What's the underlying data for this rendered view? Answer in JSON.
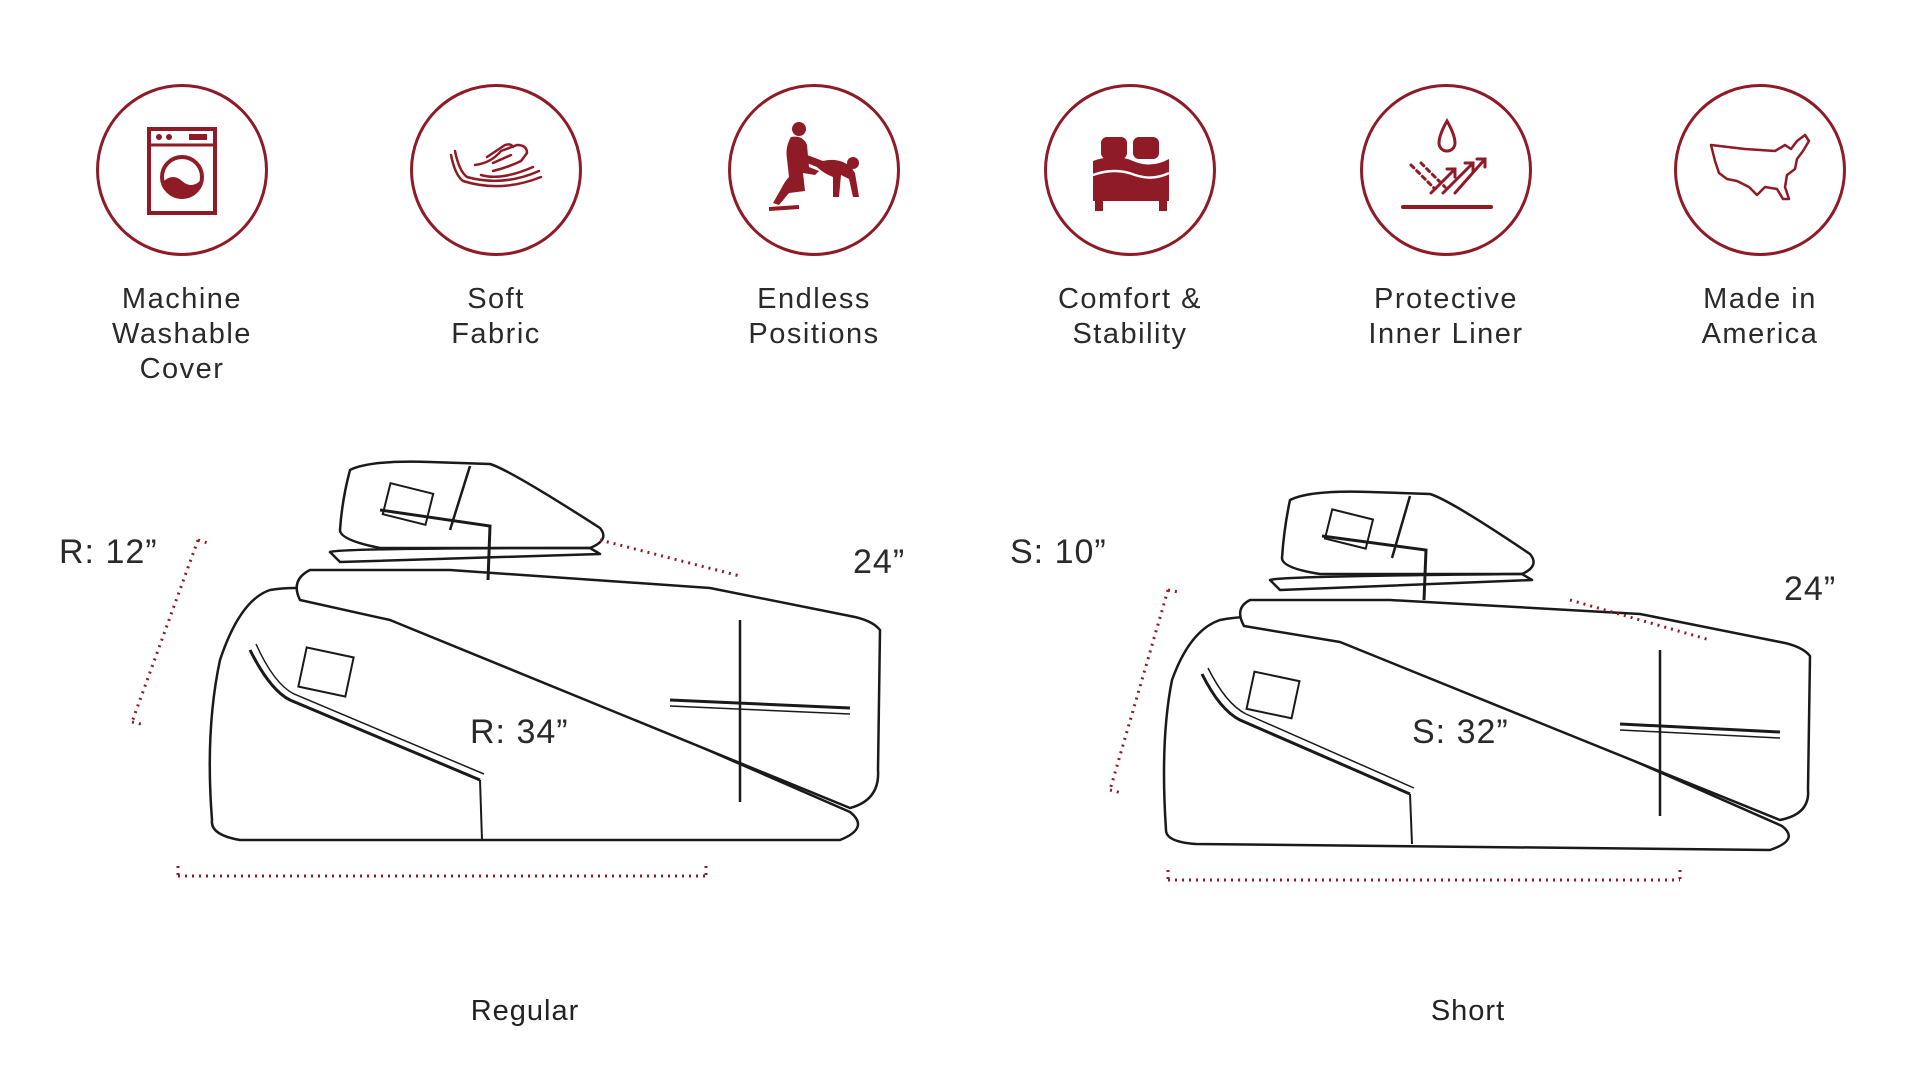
{
  "accent_color": "#8e1b26",
  "features": [
    {
      "icon": "washing-machine-icon",
      "label": "Machine\nWashable\nCover"
    },
    {
      "icon": "soft-fabric-hand-icon",
      "label": "Soft\nFabric"
    },
    {
      "icon": "positions-icon",
      "label": "Endless\nPositions"
    },
    {
      "icon": "bed-icon",
      "label": "Comfort &\nStability"
    },
    {
      "icon": "liner-droplet-icon",
      "label": "Protective\nInner Liner"
    },
    {
      "icon": "usa-map-icon",
      "label": "Made in\nAmerica"
    }
  ],
  "products": {
    "regular": {
      "name": "Regular",
      "height": "R: 12”",
      "length": "R: 34”",
      "width": "24”"
    },
    "short": {
      "name": "Short",
      "height": "S: 10”",
      "length": "S: 32”",
      "width": "24”"
    }
  }
}
